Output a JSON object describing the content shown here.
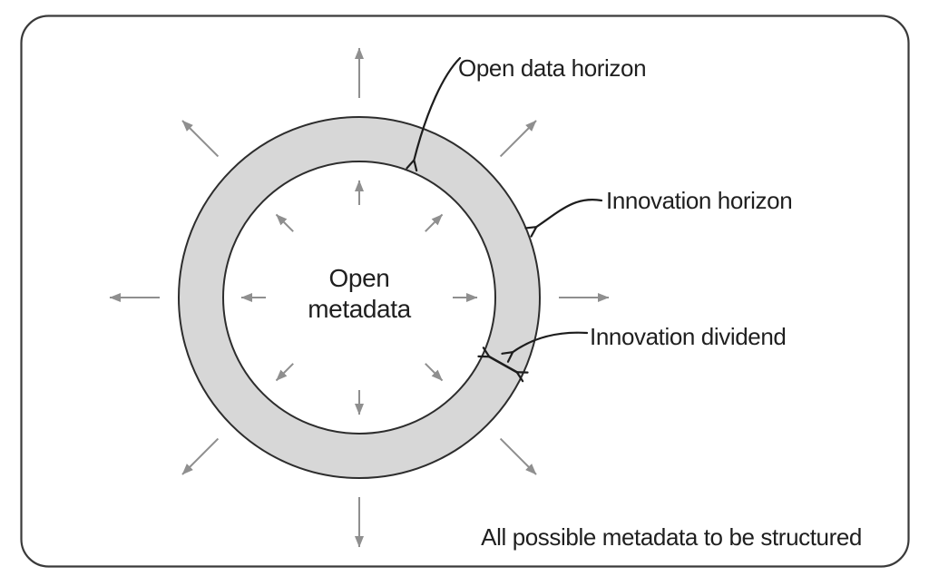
{
  "figure": {
    "center": {
      "line1": "Open",
      "line2": "metadata"
    },
    "annotations": {
      "open_data_horizon": "Open data horizon",
      "innovation_horizon": "Innovation horizon",
      "innovation_dividend": "Innovation dividend"
    },
    "caption": "All possible metadata to be structured",
    "colors": {
      "background": "#ffffff",
      "border": "#3a3a3a",
      "ring_fill": "#d7d7d7",
      "ring_stroke": "#2d2d2d",
      "arrow_gray": "#8f8f8f",
      "pointer_black": "#1d1d1d",
      "text": "#1f1f1f"
    }
  }
}
